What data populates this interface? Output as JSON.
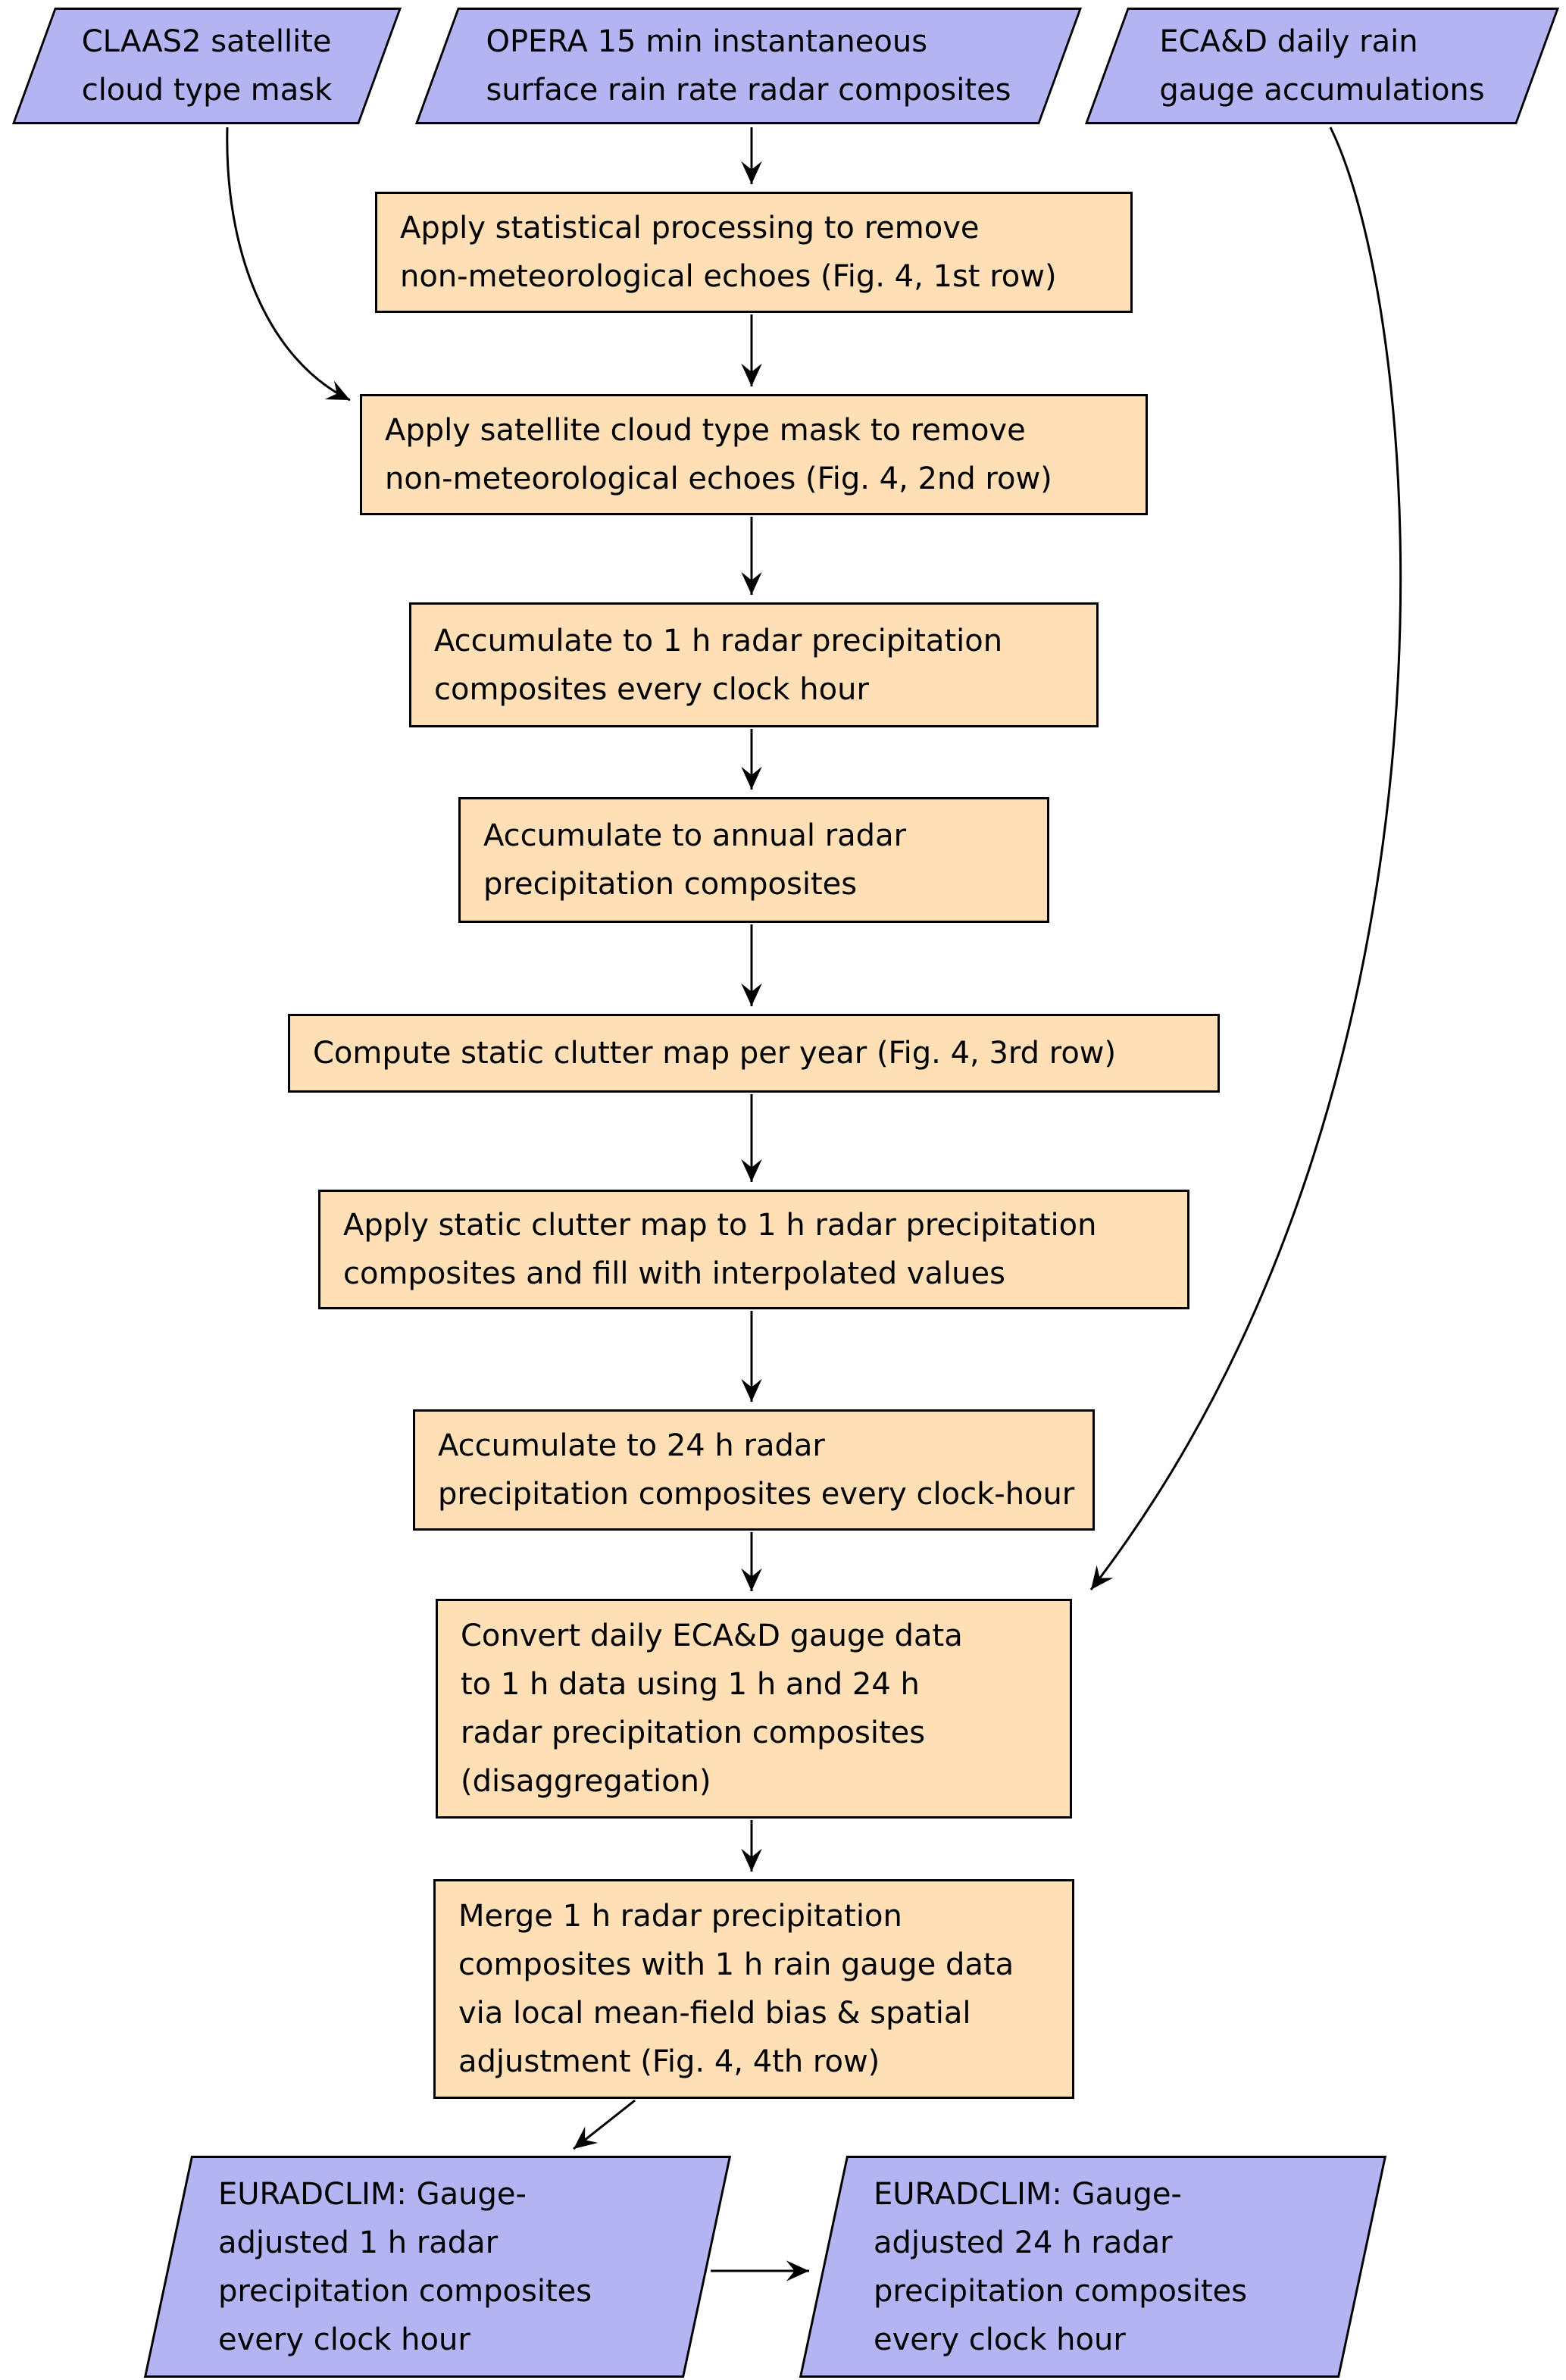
{
  "diagram": {
    "inputs": [
      {
        "label": "CLAAS2 satellite\ncloud type mask"
      },
      {
        "label": "OPERA 15 min instantaneous\nsurface rain rate radar composites"
      },
      {
        "label": "ECA&D daily rain\ngauge accumulations"
      }
    ],
    "processes": [
      {
        "label": "Apply statistical processing to remove\nnon-meteorological echoes (Fig. 4, 1st row)"
      },
      {
        "label": "Apply satellite cloud type mask to remove\nnon-meteorological echoes (Fig. 4, 2nd row)"
      },
      {
        "label": "Accumulate to 1 h radar precipitation\ncomposites every clock hour"
      },
      {
        "label": "Accumulate to annual radar\nprecipitation composites"
      },
      {
        "label": "Compute static clutter map per year (Fig. 4, 3rd row)"
      },
      {
        "label": "Apply static clutter map to 1 h radar precipitation\ncomposites and fill with interpolated values"
      },
      {
        "label": "Accumulate to 24 h radar\nprecipitation composites every clock-hour"
      },
      {
        "label": "Convert daily ECA&D gauge data\nto 1 h data using 1 h and 24 h\nradar precipitation composites\n(disaggregation)"
      },
      {
        "label": "Merge 1 h radar precipitation\ncomposites with 1 h rain gauge data\nvia local mean-field bias & spatial\nadjustment (Fig. 4, 4th row)"
      }
    ],
    "outputs": [
      {
        "label": "EURADCLIM: Gauge-\nadjusted 1 h radar\nprecipitation composites\nevery clock hour"
      },
      {
        "label": "EURADCLIM: Gauge-\nadjusted 24 h radar\nprecipitation composites\nevery clock hour"
      }
    ],
    "colors": {
      "input_fill": "#b4b4f2",
      "process_fill": "#ffdfb5",
      "stroke": "#000000",
      "background": "#ffffff"
    }
  }
}
